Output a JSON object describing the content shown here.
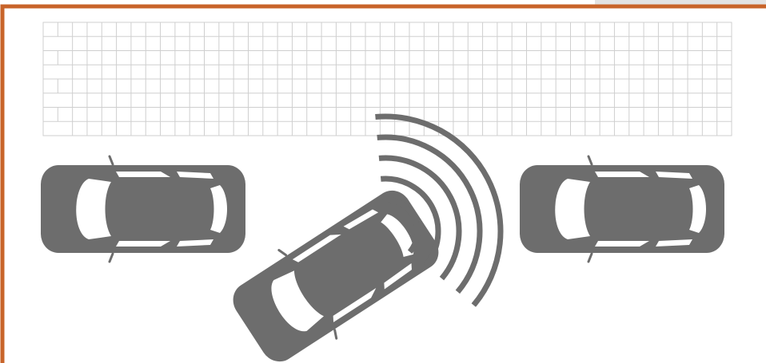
{
  "diagram": {
    "subject": "parking-sensor-illustration",
    "colors": {
      "frame": "#c8642a",
      "car_body": "#6d6d6d",
      "car_window": "#ffffff",
      "pavement_line": "#cfcfcf",
      "sensor_wave": "#6d6d6d",
      "background": "#ffffff"
    },
    "pavement": {
      "rows": 8,
      "columns": 47
    },
    "cars": [
      {
        "id": "parked-car-left",
        "state": "parked"
      },
      {
        "id": "maneuvering-car",
        "state": "reversing"
      },
      {
        "id": "parked-car-right",
        "state": "parked"
      }
    ],
    "sensor_waves": {
      "count": 5
    }
  }
}
